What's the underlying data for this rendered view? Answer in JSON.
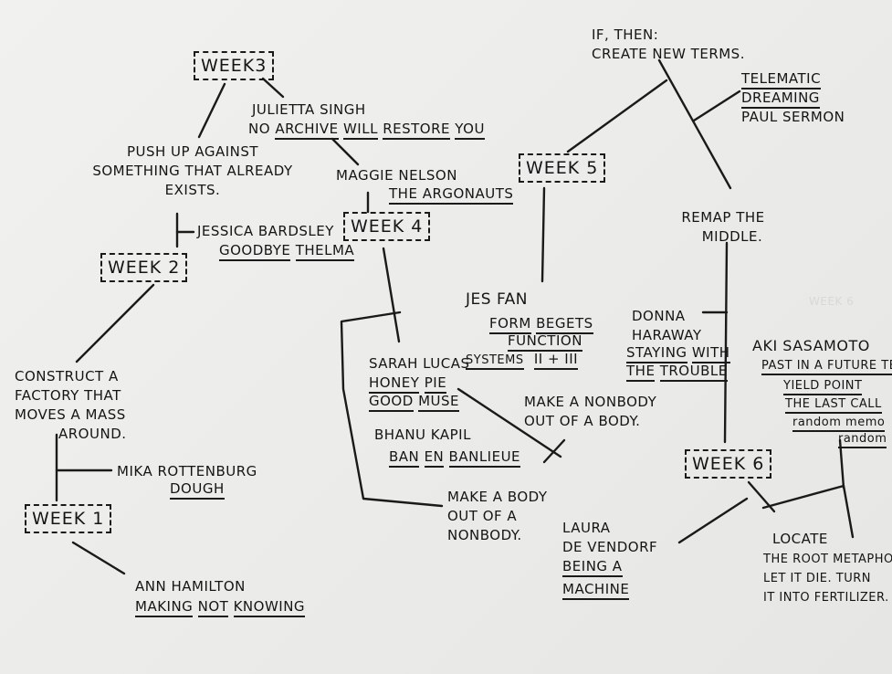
{
  "weeks": {
    "week1": "WEEK 1",
    "week2": "WEEK 2",
    "week3": "WEEK3",
    "week4": "WEEK 4",
    "week5": "WEEK 5",
    "week6": "WEEK 6",
    "week6_faint": "WEEK 6"
  },
  "notes": {
    "push_line1": "PUSH UP AGAINST",
    "push_line2": "SOMETHING THAT ALREADY",
    "push_line3": "EXISTS.",
    "construct_line1": "CONSTRUCT A",
    "construct_line2": "FACTORY THAT",
    "construct_line3": "MOVES A MASS",
    "construct_line4": "AROUND.",
    "make_nonbody_line1": "MAKE A NONBODY",
    "make_nonbody_line2": "OUT OF A BODY.",
    "make_body_line1": "MAKE A BODY",
    "make_body_line2": "OUT OF A",
    "make_body_line3": "NONBODY.",
    "if_then_line1": "IF, THEN:",
    "if_then_line2": "CREATE NEW TERMS.",
    "remap_line1": "REMAP THE",
    "remap_line2": "MIDDLE.",
    "locate_line1": "LOCATE",
    "locate_line2": "THE ROOT METAPHOR.",
    "locate_line3": "LET IT DIE. TURN",
    "locate_line4": "IT INTO FERTILIZER."
  },
  "artists": {
    "julietta_name": "JULIETTA SINGH",
    "julietta_w1": "NO",
    "julietta_w2": "ARCHIVE",
    "julietta_w3": "WILL",
    "julietta_w4": "RESTORE",
    "julietta_w5": "YOU",
    "maggie_name": "MAGGIE NELSON",
    "maggie_work": "THE ARGONAUTS",
    "jessica_name": "JESSICA BARDSLEY",
    "jessica_w1": "GOODBYE",
    "jessica_w2": "THELMA",
    "mika_name": "MIKA ROTTENBURG",
    "mika_work": "DOUGH",
    "ann_name": "ANN HAMILTON",
    "ann_w1": "MAKING",
    "ann_w2": "NOT",
    "ann_w3": "KNOWING",
    "sarah_name": "SARAH LUCAS",
    "sarah_w1": "HONEY",
    "sarah_w2": "PIE",
    "sarah_w3": "GOOD",
    "sarah_w4": "MUSE",
    "bhanu_name": "BHANU KAPIL",
    "bhanu_w1": "BAN",
    "bhanu_w2": "EN",
    "bhanu_w3": "BANLIEUE",
    "jes_name": "JES FAN",
    "jes_w1": "FORM",
    "jes_w2": "BEGETS",
    "jes_w3": "FUNCTION",
    "jes_w4": "SYSTEMS",
    "jes_w5": "II + III",
    "telematic_line1": "TELEMATIC",
    "telematic_line2": "DREAMING",
    "telematic_name": "PAUL SERMON",
    "donna_line1": "DONNA",
    "donna_line2": "HARAWAY",
    "donna_w1": "STAYING",
    "donna_w2": "WITH",
    "donna_w3": "THE",
    "donna_w4": "TROUBLE",
    "aki_name": "AKI SASAMOTO",
    "aki_w1": "PAST IN A FUTURE TENSE",
    "aki_w2": "YIELD POINT",
    "aki_w3": "THE LAST CALL",
    "aki_w4": "random memo",
    "aki_w5": "random",
    "laura_line1": "LAURA",
    "laura_line2": "DE VENDORF",
    "laura_w1": "BEING A",
    "laura_w2": "MACHINE"
  }
}
